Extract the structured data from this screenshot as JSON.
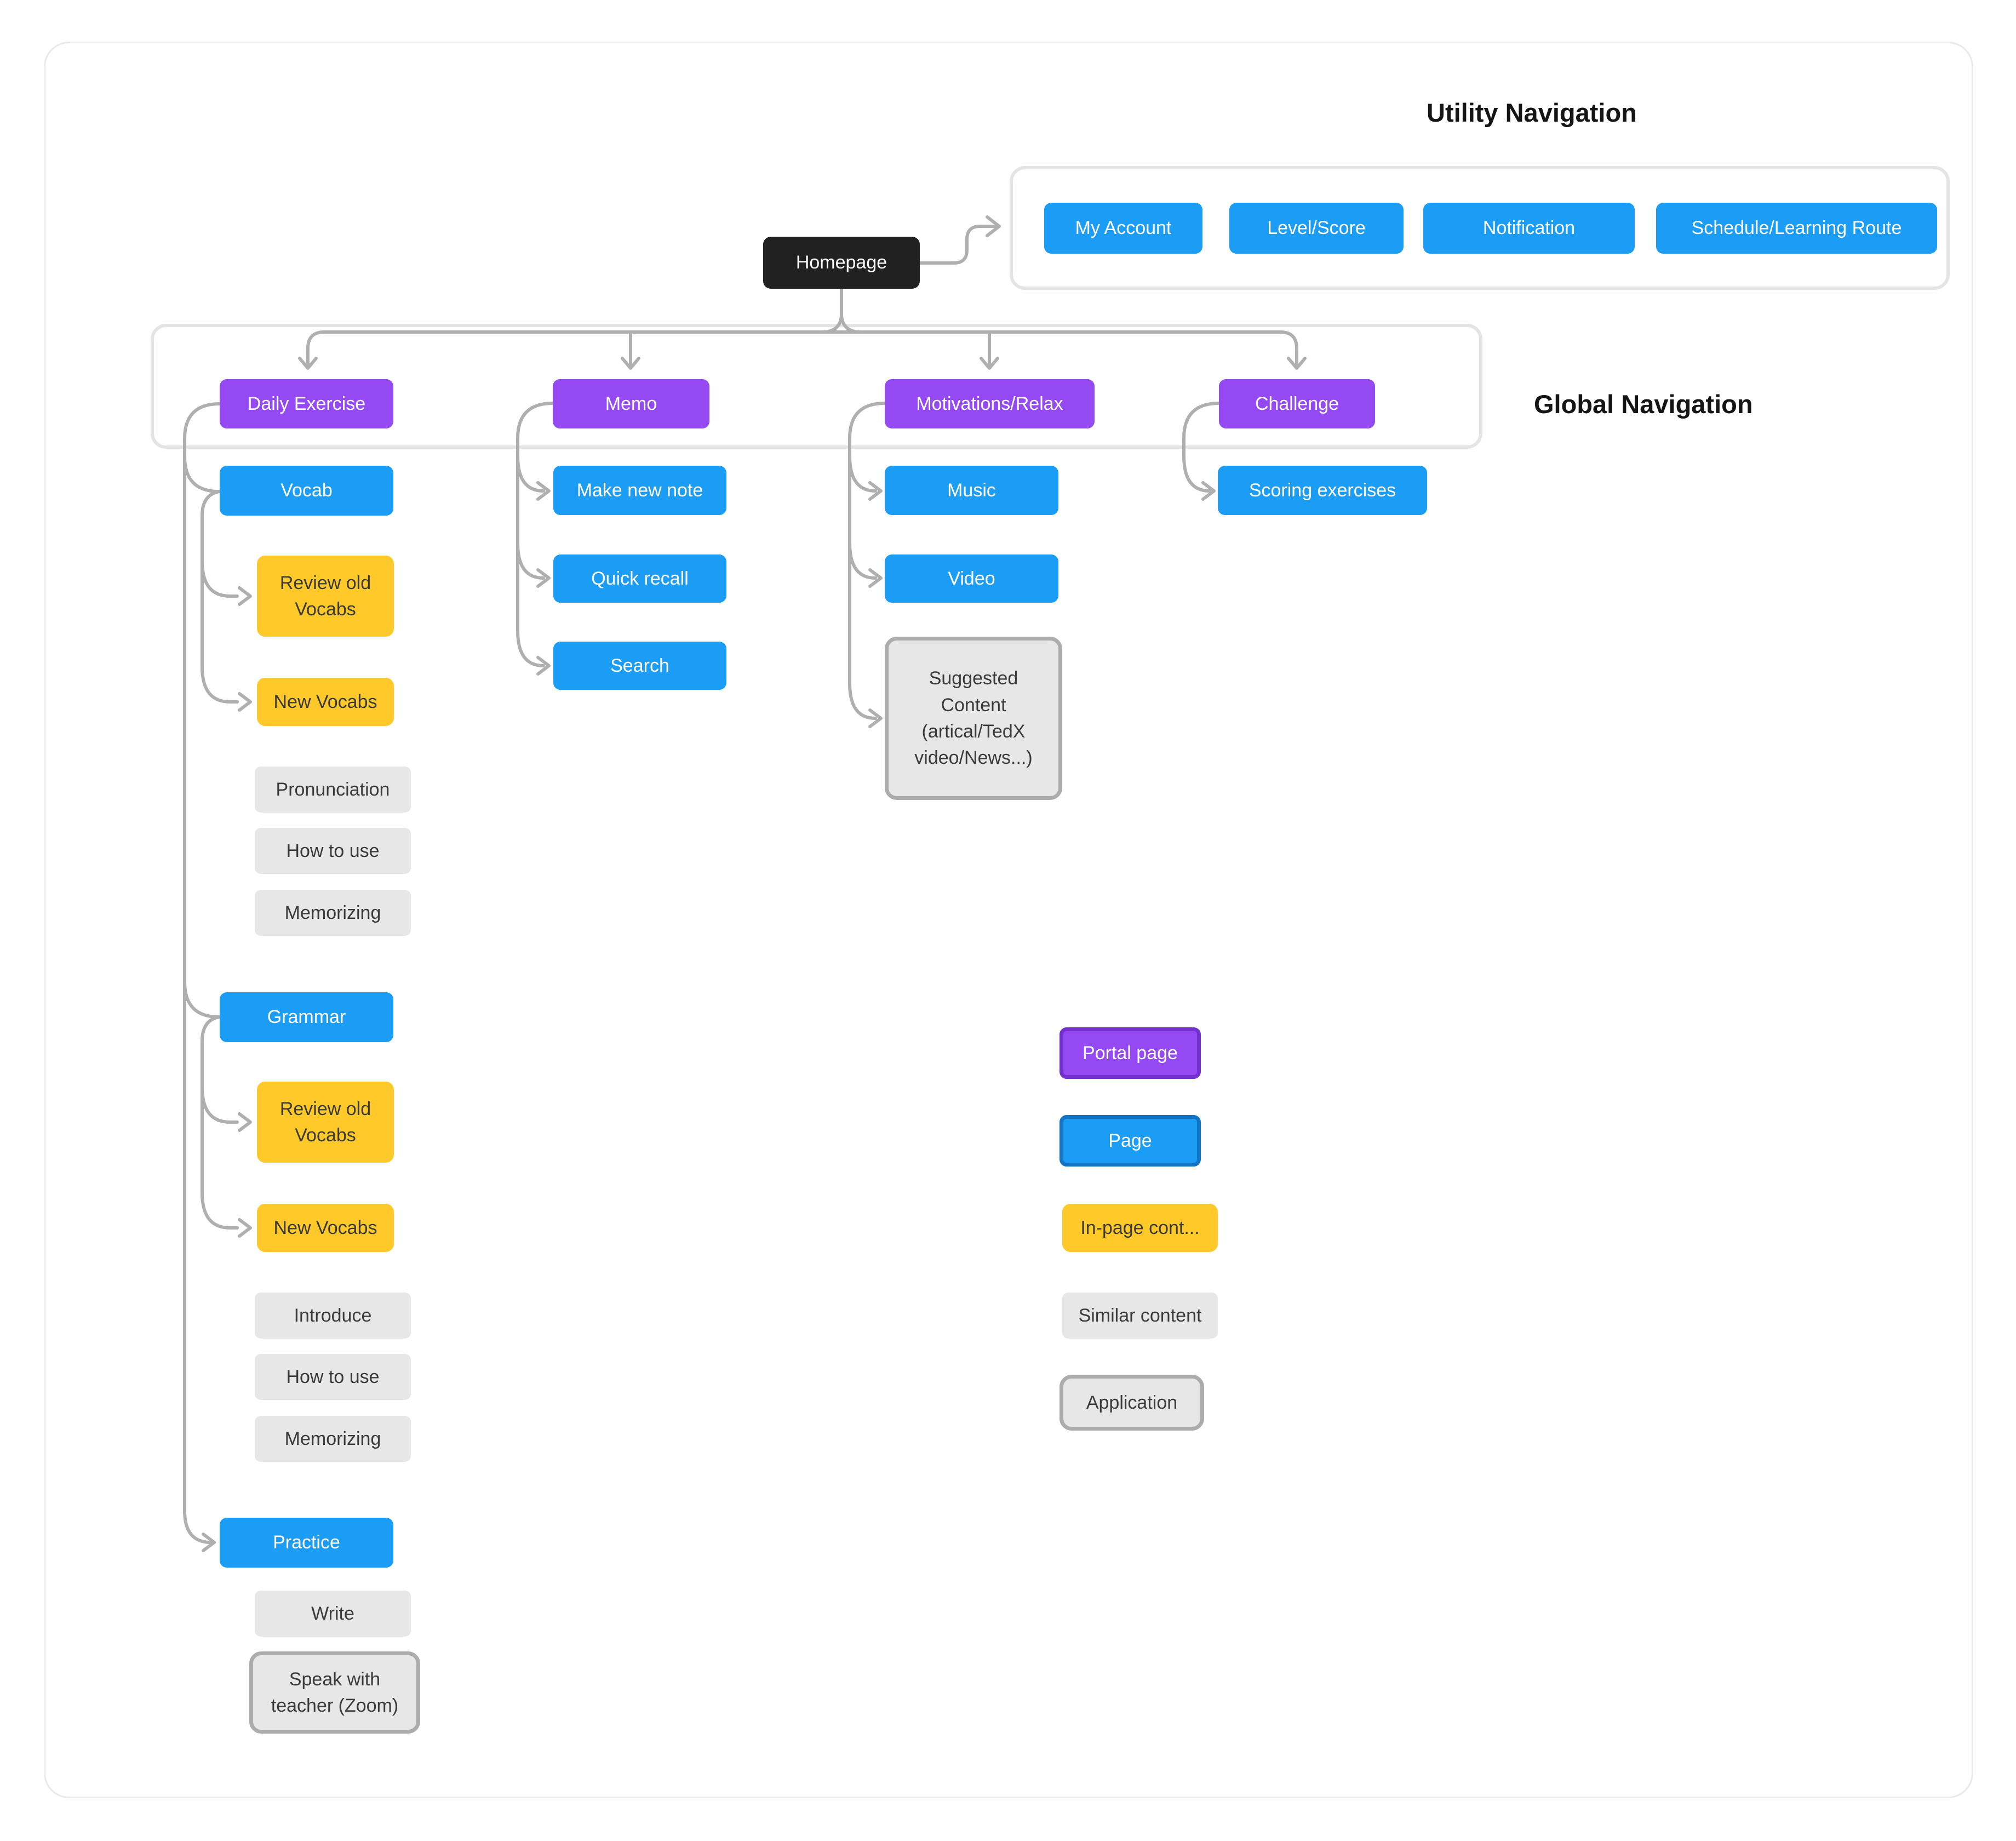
{
  "titles": {
    "utility": "Utility Navigation",
    "global": "Global Navigation"
  },
  "homepage": {
    "label": "Homepage"
  },
  "utility_nav": {
    "items": [
      "My Account",
      "Level/Score",
      "Notification",
      "Schedule/Learning Route"
    ]
  },
  "global_nav": {
    "items": [
      "Daily Exercise",
      "Memo",
      "Motivations/Relax",
      "Challenge"
    ]
  },
  "daily_exercise": {
    "vocab": {
      "label": "Vocab",
      "subpages": [
        "Review old Vocabs",
        "New Vocabs"
      ],
      "contents": [
        "Pronunciation",
        "How to use",
        "Memorizing"
      ]
    },
    "grammar": {
      "label": "Grammar",
      "subpages": [
        "Review old Vocabs",
        "New Vocabs"
      ],
      "contents": [
        "Introduce",
        "How to use",
        "Memorizing"
      ]
    },
    "practice": {
      "label": "Practice",
      "contents": [
        "Write"
      ],
      "application": "Speak with teacher (Zoom)"
    }
  },
  "memo": {
    "subpages": [
      "Make new note",
      "Quick recall",
      "Search"
    ]
  },
  "motivations": {
    "subpages": [
      "Music",
      "Video"
    ],
    "application": "Suggested Content (artical/TedX video/News...)"
  },
  "challenge": {
    "subpages": [
      "Scoring exercises"
    ]
  },
  "legend": {
    "items": [
      "Portal page",
      "Page",
      "In-page cont...",
      "Similar content",
      "Application"
    ]
  },
  "colors": {
    "portal_purple": "#9549F3",
    "portal_border": "#7430CC",
    "page_blue": "#1B9CF5",
    "page_border": "#1474C4",
    "inpage_yellow": "#FFC929",
    "similar_gray": "#E7E7E7",
    "application_border": "#ACACAC",
    "homepage_black": "#212121",
    "connector_gray": "#AFAFAF"
  }
}
